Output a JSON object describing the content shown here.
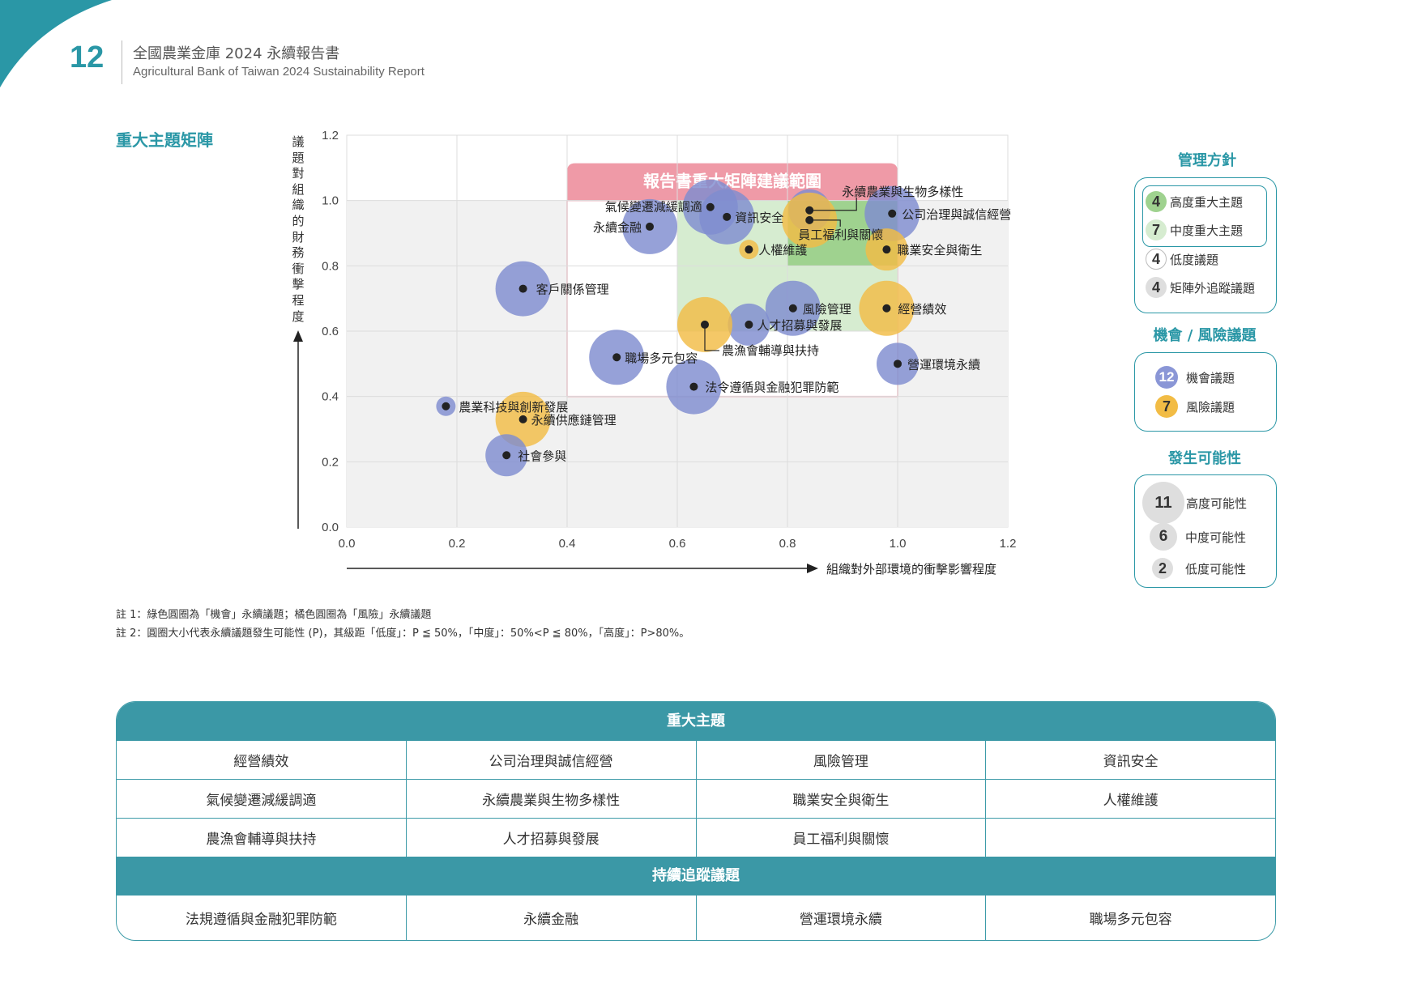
{
  "header": {
    "page_number": "12",
    "title_zh": "全國農業金庫 2024 永續報告書",
    "title_en": "Agricultural Bank of Taiwan 2024 Sustainability Report"
  },
  "section_title": "重大主題矩陣",
  "colors": {
    "accent": "#2a97a6",
    "opportunity_bubble": "#7f8cd0",
    "risk_bubble": "#f2bc45",
    "recommend_box": "#ef9aa7",
    "high_zone": "#9fd28f",
    "mid_zone": "#d6ecd0",
    "plot_bg": "#f1f1f1"
  },
  "chart_data": {
    "type": "scatter",
    "xlabel": "組織對外部環境的衝擊影響程度",
    "ylabel": "議題對組織的財務衝擊程度",
    "xlim": [
      0.0,
      1.2
    ],
    "ylim": [
      0.0,
      1.2
    ],
    "xticks": [
      "0.0",
      "0.2",
      "0.4",
      "0.6",
      "0.8",
      "1.0",
      "1.2"
    ],
    "yticks": [
      "0.0",
      "0.2",
      "0.4",
      "0.6",
      "0.8",
      "1.0",
      "1.2"
    ],
    "grid": true,
    "annotation": "報告書重大矩陣建議範圍",
    "points": [
      {
        "label": "氣候變遷減緩調適",
        "x": 0.66,
        "y": 0.98,
        "category": "opportunity",
        "likelihood": "high"
      },
      {
        "label": "資訊安全",
        "x": 0.69,
        "y": 0.95,
        "category": "opportunity",
        "likelihood": "high"
      },
      {
        "label": "永續金融",
        "x": 0.55,
        "y": 0.92,
        "category": "opportunity",
        "likelihood": "high"
      },
      {
        "label": "永續農業與生物多樣性",
        "x": 0.84,
        "y": 0.97,
        "category": "opportunity",
        "likelihood": "medium"
      },
      {
        "label": "員工福利與關懷",
        "x": 0.84,
        "y": 0.94,
        "category": "risk",
        "likelihood": "high"
      },
      {
        "label": "公司治理與誠信經營",
        "x": 0.99,
        "y": 0.96,
        "category": "opportunity",
        "likelihood": "high"
      },
      {
        "label": "人權維護",
        "x": 0.73,
        "y": 0.85,
        "category": "risk",
        "likelihood": "low"
      },
      {
        "label": "職業安全與衛生",
        "x": 0.98,
        "y": 0.85,
        "category": "risk",
        "likelihood": "medium"
      },
      {
        "label": "客戶關係管理",
        "x": 0.32,
        "y": 0.73,
        "category": "opportunity",
        "likelihood": "high"
      },
      {
        "label": "風險管理",
        "x": 0.81,
        "y": 0.67,
        "category": "opportunity",
        "likelihood": "high"
      },
      {
        "label": "經營績效",
        "x": 0.98,
        "y": 0.67,
        "category": "risk",
        "likelihood": "high"
      },
      {
        "label": "人才招募與發展",
        "x": 0.73,
        "y": 0.62,
        "category": "opportunity",
        "likelihood": "medium"
      },
      {
        "label": "農漁會輔導與扶持",
        "x": 0.65,
        "y": 0.62,
        "category": "risk",
        "likelihood": "high"
      },
      {
        "label": "職場多元包容",
        "x": 0.49,
        "y": 0.52,
        "category": "opportunity",
        "likelihood": "high"
      },
      {
        "label": "營運環境永續",
        "x": 1.0,
        "y": 0.5,
        "category": "opportunity",
        "likelihood": "medium"
      },
      {
        "label": "法令遵循與金融犯罪防範",
        "x": 0.63,
        "y": 0.43,
        "category": "opportunity",
        "likelihood": "high"
      },
      {
        "label": "農業科技與創新發展",
        "x": 0.18,
        "y": 0.37,
        "category": "opportunity",
        "likelihood": "low"
      },
      {
        "label": "永續供應鏈管理",
        "x": 0.32,
        "y": 0.33,
        "category": "risk",
        "likelihood": "high"
      },
      {
        "label": "社會參與",
        "x": 0.29,
        "y": 0.22,
        "category": "opportunity",
        "likelihood": "medium"
      }
    ]
  },
  "legend": {
    "management": {
      "title": "管理方針",
      "items": [
        {
          "count": "4",
          "label": "高度重大主題"
        },
        {
          "count": "7",
          "label": "中度重大主題"
        },
        {
          "count": "4",
          "label": "低度議題"
        },
        {
          "count": "4",
          "label": "矩陣外追蹤議題"
        }
      ]
    },
    "opp_risk": {
      "title": "機會 / 風險議題",
      "items": [
        {
          "count": "12",
          "label": "機會議題"
        },
        {
          "count": "7",
          "label": "風險議題"
        }
      ]
    },
    "likelihood": {
      "title": "發生可能性",
      "items": [
        {
          "count": "11",
          "label": "高度可能性"
        },
        {
          "count": "6",
          "label": "中度可能性"
        },
        {
          "count": "2",
          "label": "低度可能性"
        }
      ]
    }
  },
  "notes": [
    "註 1：綠色圓圈為「機會」永續議題；橘色圓圈為「風險」永續議題",
    "註 2：圓圈大小代表永續議題發生可能性 (P)，其級距「低度」：P ≦ 50%，「中度」：50%<P ≦ 80%，「高度」：P>80%。"
  ],
  "table": {
    "material_header": "重大主題",
    "material_rows": [
      [
        "經營績效",
        "公司治理與誠信經營",
        "風險管理",
        "資訊安全"
      ],
      [
        "氣候變遷減緩調適",
        "永續農業與生物多樣性",
        "職業安全與衛生",
        "人權維護"
      ],
      [
        "農漁會輔導與扶持",
        "人才招募與發展",
        "員工福利與關懷",
        ""
      ]
    ],
    "tracking_header": "持續追蹤議題",
    "tracking_rows": [
      [
        "法規遵循與金融犯罪防範",
        "永續金融",
        "營運環境永續",
        "職場多元包容"
      ]
    ]
  }
}
